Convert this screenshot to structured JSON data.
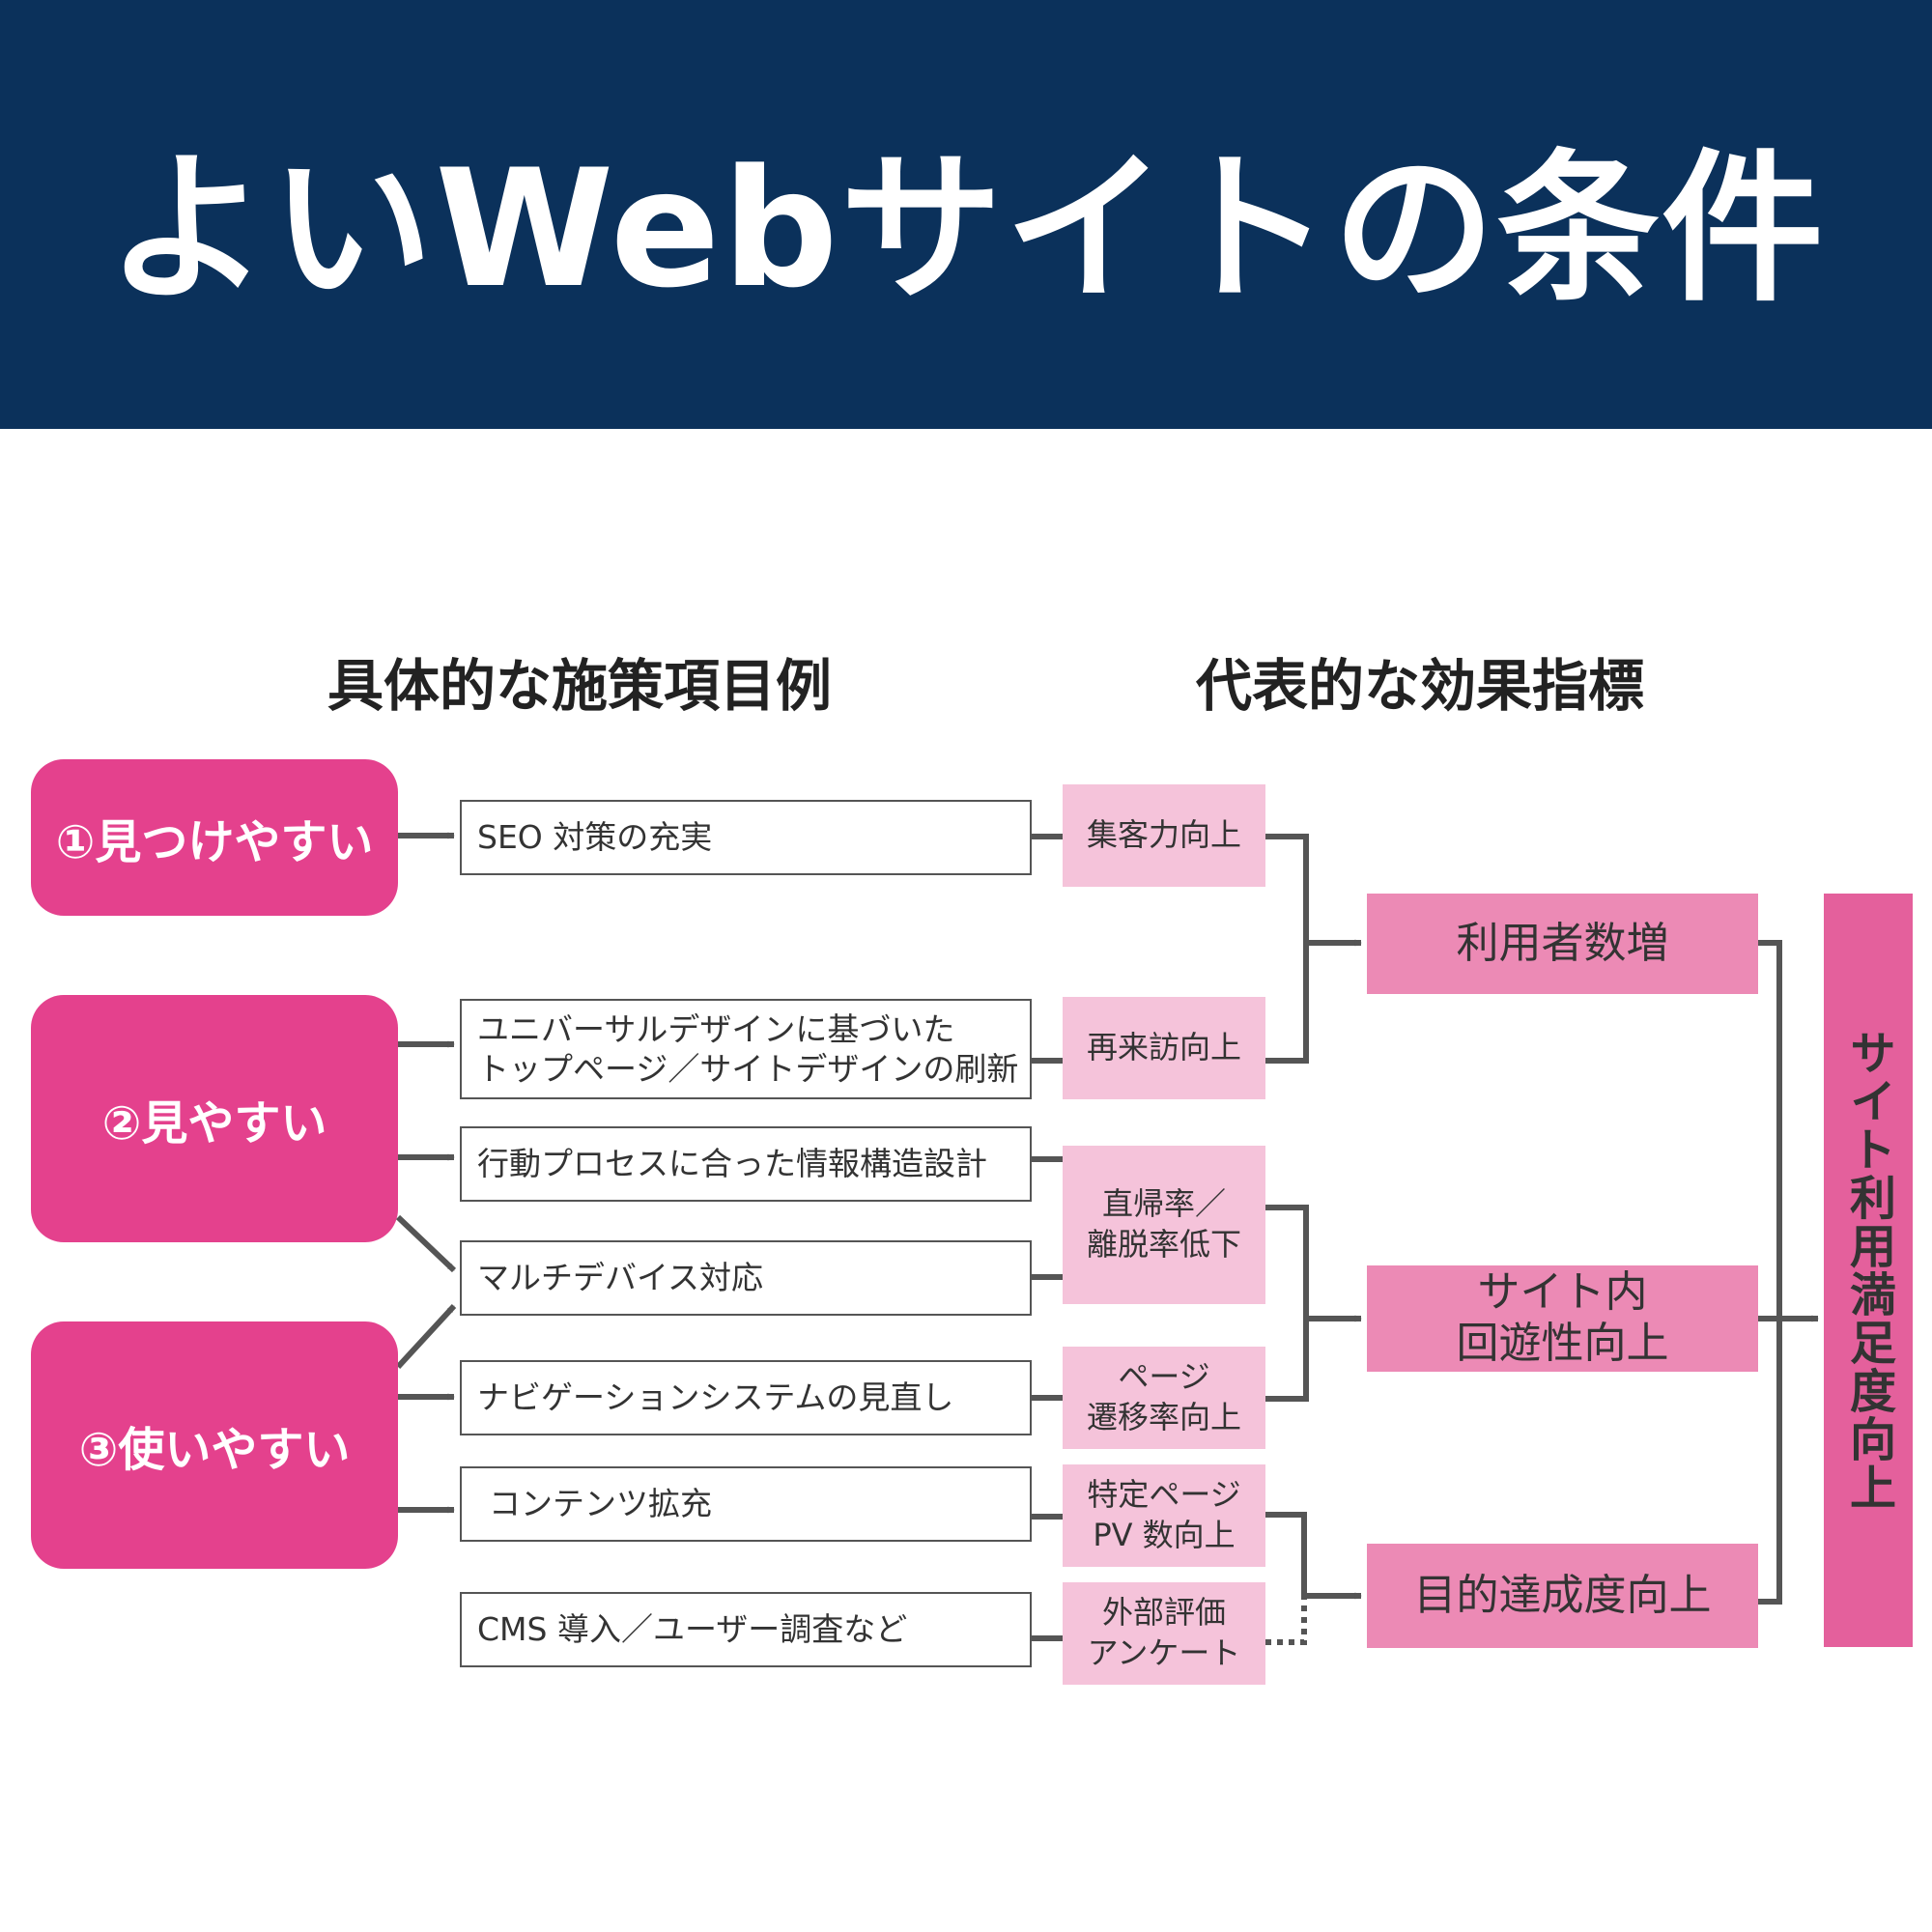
{
  "banner": {
    "title": "よいWebサイトの条件"
  },
  "headings": {
    "measures": "具体的な施策項目例",
    "indicators": "代表的な効果指標"
  },
  "categories": [
    {
      "label": "①見つけやすい"
    },
    {
      "label": "②見やすい"
    },
    {
      "label": "③使いやすい"
    }
  ],
  "measures": [
    {
      "line1": "SEO 対策の充実",
      "line2": ""
    },
    {
      "line1": "ユニバーサルデザインに基づいた",
      "line2": "トップページ／サイトデザインの刷新"
    },
    {
      "line1": "行動プロセスに合った情報構造設計",
      "line2": ""
    },
    {
      "line1": "マルチデバイス対応",
      "line2": ""
    },
    {
      "line1": "ナビゲーションシステムの見直し",
      "line2": ""
    },
    {
      "line1": "コンテンツ拡充",
      "line2": ""
    },
    {
      "line1": "CMS 導入／ユーザー調査など",
      "line2": ""
    }
  ],
  "indicators": [
    {
      "line1": "集客力向上",
      "line2": ""
    },
    {
      "line1": "再来訪向上",
      "line2": ""
    },
    {
      "line1": "直帰率／",
      "line2": "離脱率低下"
    },
    {
      "line1": "ページ",
      "line2": "遷移率向上"
    },
    {
      "line1": "特定ページ",
      "line2": "PV 数向上"
    },
    {
      "line1": "外部評価",
      "line2": "アンケート"
    }
  ],
  "results": [
    {
      "line1": "利用者数増",
      "line2": ""
    },
    {
      "line1": "サイト内",
      "line2": "回遊性向上"
    },
    {
      "line1": "目的達成度向上",
      "line2": ""
    }
  ],
  "goal": {
    "label": "サイト利用満足度向上"
  },
  "colors": {
    "banner": "#0b315b",
    "category": "#e4418d",
    "indicator": "#f5c3da",
    "result": "#ec8ab5",
    "goal": "#e4609c",
    "connector": "#555555"
  }
}
